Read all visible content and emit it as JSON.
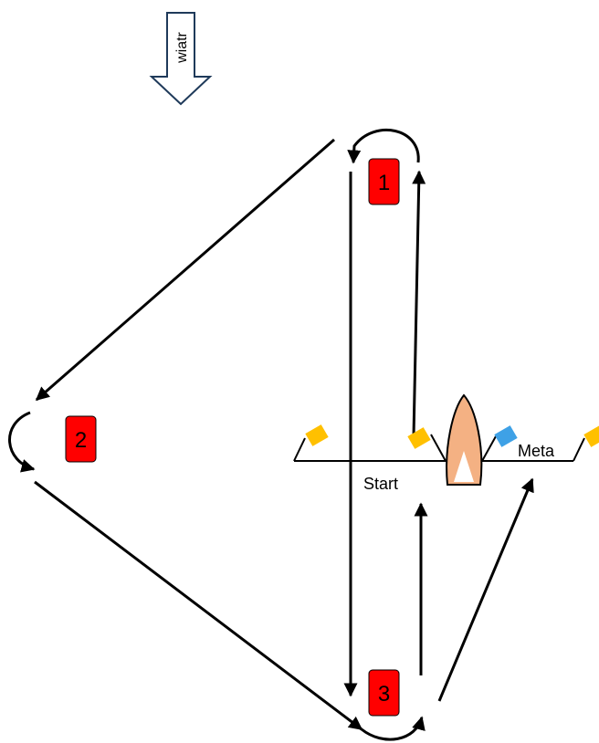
{
  "wind": {
    "label": "wiatr"
  },
  "marks": [
    {
      "id": "1",
      "label": "1",
      "color": "#ff0000"
    },
    {
      "id": "2",
      "label": "2",
      "color": "#ff0000"
    },
    {
      "id": "3",
      "label": "3",
      "color": "#ff0000"
    }
  ],
  "start_line": {
    "label": "Start",
    "flag_color": "#ffc000"
  },
  "finish_line": {
    "label": "Meta",
    "flag_color": "#ffc000",
    "committee_flag_color": "#3ea1e6"
  },
  "boat": {
    "hull_color": "#f4b183",
    "outline": "#000000"
  },
  "colors": {
    "stroke": "#000000",
    "background": "#ffffff"
  }
}
